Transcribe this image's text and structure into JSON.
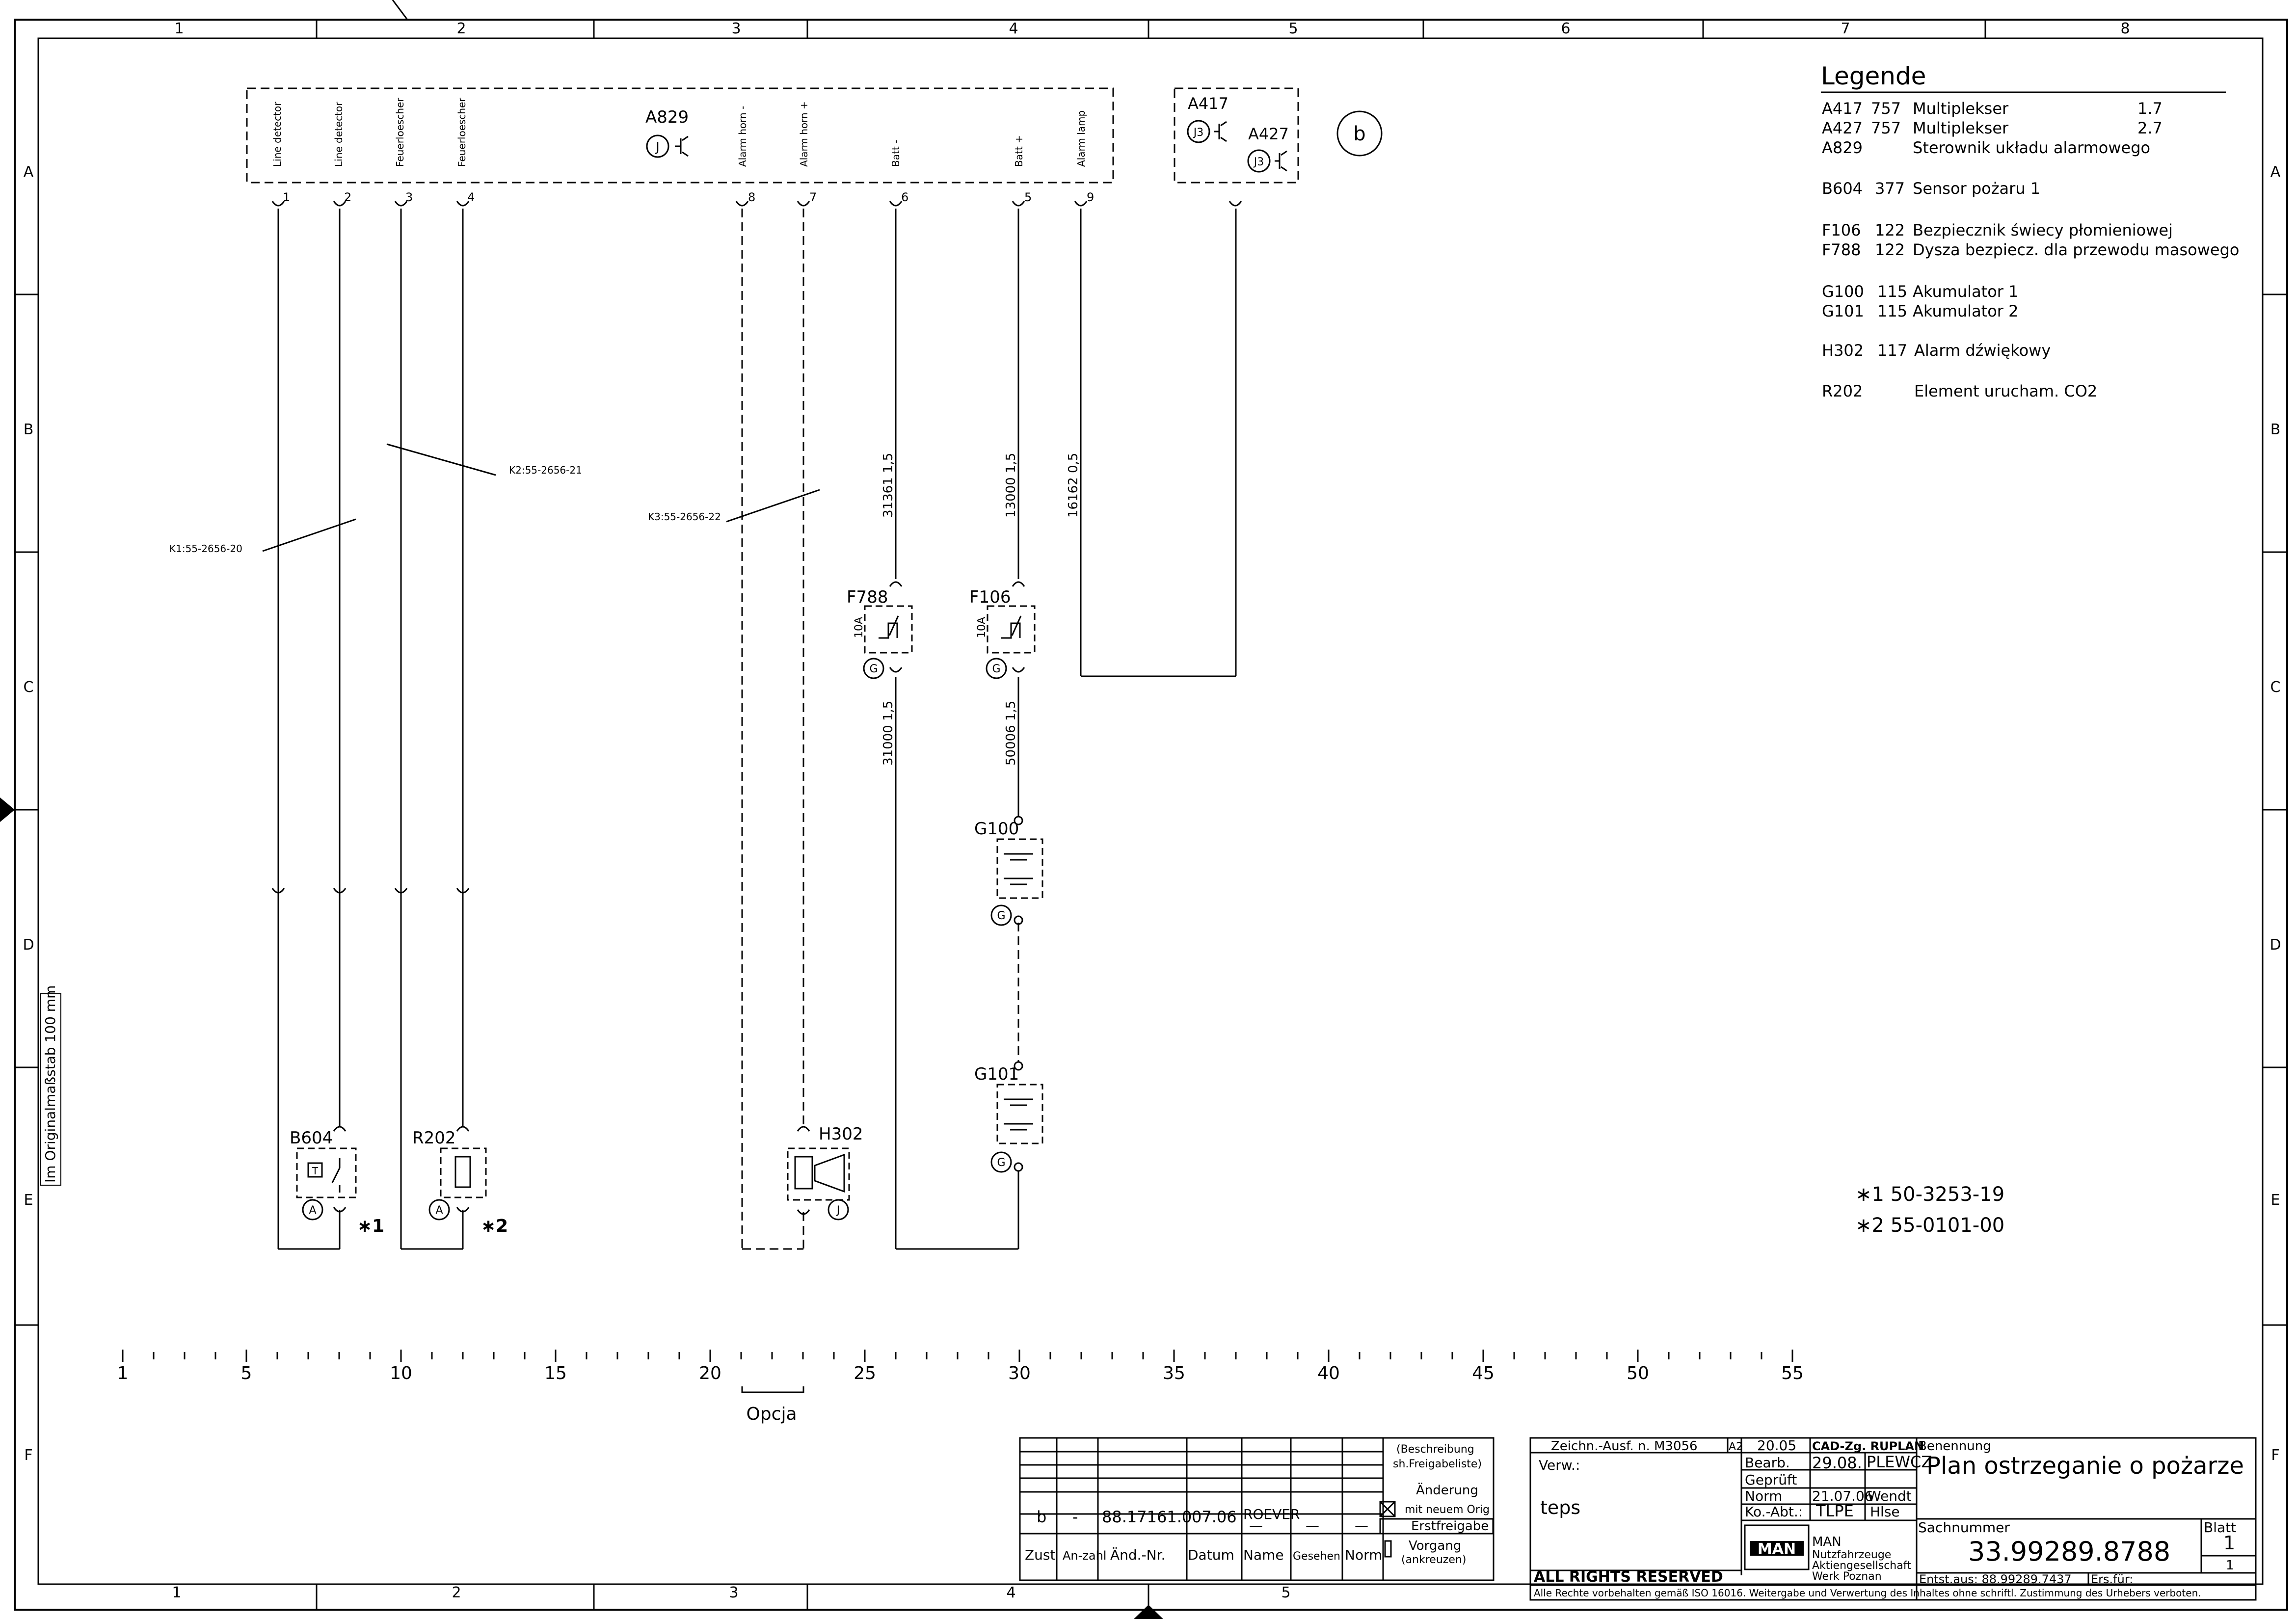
{
  "frame": {
    "columns": [
      "1",
      "2",
      "3",
      "4",
      "5",
      "6",
      "7",
      "8"
    ],
    "bottom_columns": [
      "1",
      "2",
      "3",
      "4",
      "5"
    ],
    "rows": [
      "A",
      "B",
      "C",
      "D",
      "E",
      "F"
    ],
    "scale_note": "Im Originalmaßstab 100 mm"
  },
  "legend": {
    "title": "Legende",
    "entries": [
      {
        "code": "A417",
        "sheet": "757",
        "desc": "Multiplekser",
        "ref": "1.7"
      },
      {
        "code": "A427",
        "sheet": "757",
        "desc": "Multiplekser",
        "ref": "2.7"
      },
      {
        "code": "A829",
        "sheet": "",
        "desc": "Sterownik układu alarmowego",
        "ref": ""
      },
      {
        "code": "B604",
        "sheet": "377",
        "desc": "Sensor pożaru 1",
        "ref": ""
      },
      {
        "code": "F106",
        "sheet": "122",
        "desc": "Bezpiecznik świecy płomieniowej",
        "ref": ""
      },
      {
        "code": "F788",
        "sheet": "122",
        "desc": "Dysza bezpiecz. dla przewodu masowego",
        "ref": ""
      },
      {
        "code": "G100",
        "sheet": "115",
        "desc": "Akumulator 1",
        "ref": ""
      },
      {
        "code": "G101",
        "sheet": "115",
        "desc": "Akumulator 2",
        "ref": ""
      },
      {
        "code": "H302",
        "sheet": "117",
        "desc": "Alarm dźwiękowy",
        "ref": ""
      },
      {
        "code": "R202",
        "sheet": "",
        "desc": "Element urucham. CO2",
        "ref": ""
      }
    ]
  },
  "notes": {
    "n1": "∗1 50-3253-19",
    "n2": "∗2 55-0101-00"
  },
  "connector": {
    "label": "A829",
    "label_j": "J",
    "pins": [
      "Line detector",
      "Line detector",
      "Feuerloescher",
      "Feuerloescher",
      "Alarm horn -",
      "Alarm horn +",
      "Batt -",
      "Batt +",
      "Alarm lamp"
    ],
    "pin_numbers": [
      "1",
      "2",
      "3",
      "4",
      "8",
      "7",
      "6",
      "5",
      "9"
    ]
  },
  "multiplex": {
    "a417": "A417",
    "a427": "A427",
    "j3": "J3",
    "circle_b": "b"
  },
  "cables": {
    "k1": "K1:55-2656-20",
    "k2": "K2:55-2656-21",
    "k3": "K3:55-2656-22"
  },
  "wires": {
    "w31361": "31361  1,5",
    "w13000": "13000  1,5",
    "w16162": "16162  0,5",
    "w31000": "31000  1,5",
    "w50006": "50006  1,5"
  },
  "components": {
    "f788": "F788",
    "f106": "F106",
    "fuse_rating": "10A",
    "g100": "G100",
    "g101": "G101",
    "b604": "B604",
    "r202": "R202",
    "h302": "H302",
    "mark1": "∗1",
    "mark2": "∗2",
    "g": "G",
    "a": "A",
    "j": "J",
    "t": "T"
  },
  "ruler": {
    "labels": [
      "1",
      "5",
      "10",
      "15",
      "20",
      "25",
      "30",
      "35",
      "40",
      "45",
      "50",
      "55"
    ],
    "option": "Opcja"
  },
  "revision": {
    "row": [
      "b",
      "-",
      "88.17161.0",
      "07.06",
      "ROEVER",
      "—",
      "—",
      "—"
    ],
    "headers": [
      "Zust",
      "An-zahl",
      "Änd.-Nr.",
      "Datum",
      "Name",
      "Gesehen",
      "Norm"
    ],
    "beschreibung": "(Beschreibung",
    "freigabe": "sh.Freigabeliste)",
    "aenderung": "Änderung",
    "neuem": "mit neuem Orig",
    "erstfreigabe": "Erstfreigabe",
    "vorgang": "Vorgang",
    "ankreuzen": "(ankreuzen)"
  },
  "titleblock": {
    "zeichn": "Zeichn.-Ausf. n. M3056",
    "a2": "A2",
    "date_20": "20.05",
    "cad": "CAD-Zg. RUPLAN",
    "verw": "Verw.:",
    "bearb": "Bearb.",
    "bearb_date": "29.08.",
    "bearb_name": "PLEWCZ",
    "gepr": "Geprüft",
    "norm": "Norm",
    "norm_date": "21.07.06",
    "norm_name": "Wendt",
    "koabt": "Ko.-Abt.:",
    "koabt_val": "TLPE",
    "koabt_name": "Hlse",
    "teps": "teps",
    "rights": "ALL RIGHTS RESERVED",
    "company1": "MAN",
    "company2": "Nutzfahrzeuge",
    "company3": "Aktiengesellschaft",
    "company4": "Werk Poznan",
    "benennung": "Benennung",
    "title": "Plan ostrzeganie o pożarze",
    "sachnummer_label": "Sachnummer",
    "sachnummer": "33.99289.8788",
    "blatt_label": "Blatt",
    "blatt": "1",
    "blatt_total": "1",
    "entst": "Entst.aus: 88.99289.7437",
    "ers": "Ers.für:",
    "copyright": "Alle Rechte vorbehalten gemäß ISO 16016. Weitergabe und Verwertung des Inhaltes ohne schriftl. Zustimmung des Urhebers verboten."
  }
}
